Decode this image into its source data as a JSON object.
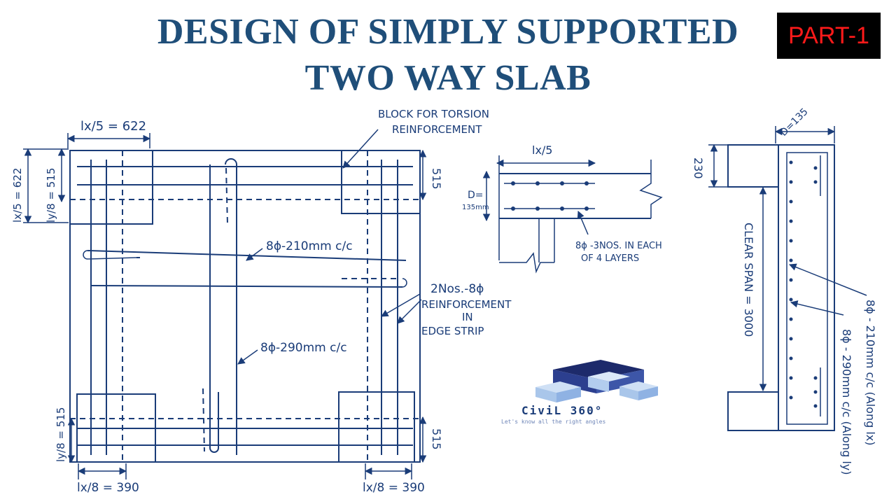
{
  "header": {
    "title_line1": "DESIGN OF SIMPLY SUPPORTED",
    "title_line2": "TWO WAY SLAB",
    "part_badge": "PART-1",
    "title_color": "#1f4e79",
    "badge_bg": "#000000",
    "badge_color": "#ff1a1a"
  },
  "plan": {
    "dim_top_left": "lx/5 = 622",
    "dim_left_lx5": "lx/5 = 622",
    "dim_left_ly8_top": "ly/8 = 515",
    "dim_right_top": "515",
    "dim_right_bottom": "515",
    "dim_left_ly8_bottom": "ly/8 = 515",
    "dim_bottom_left": "lx/8 = 390",
    "dim_bottom_right": "lx/8 = 390",
    "torsion_note_line1": "BLOCK FOR TORSION",
    "torsion_note_line2": "REINFORCEMENT",
    "bar_210": "8ϕ-210mm c/c",
    "bar_290": "8ϕ-290mm c/c",
    "edge_note_line1": "2Nos.-8ϕ",
    "edge_note_line2": "REINFORCEMENT",
    "edge_note_line3": "IN",
    "edge_note_line4": "EDGE STRIP"
  },
  "torsion_detail": {
    "dim_top": "lx/5",
    "depth_label": "D=",
    "depth_value": "135mm",
    "bar_note_line1": "8ϕ -3NOS. IN EACH",
    "bar_note_line2": "OF 4 LAYERS"
  },
  "section": {
    "dim_top": "D=135",
    "support_height": "230",
    "clear_span": "CLEAR SPAN = 3000",
    "bar_lx": "8ϕ - 210mm c/c (Along lx)",
    "bar_ly": "8ϕ - 290mm c/c (Along ly)"
  },
  "logo": {
    "name": "CiviL 360°",
    "tagline": "Let's know all the right angles",
    "icon": "house-blocks-logo"
  }
}
